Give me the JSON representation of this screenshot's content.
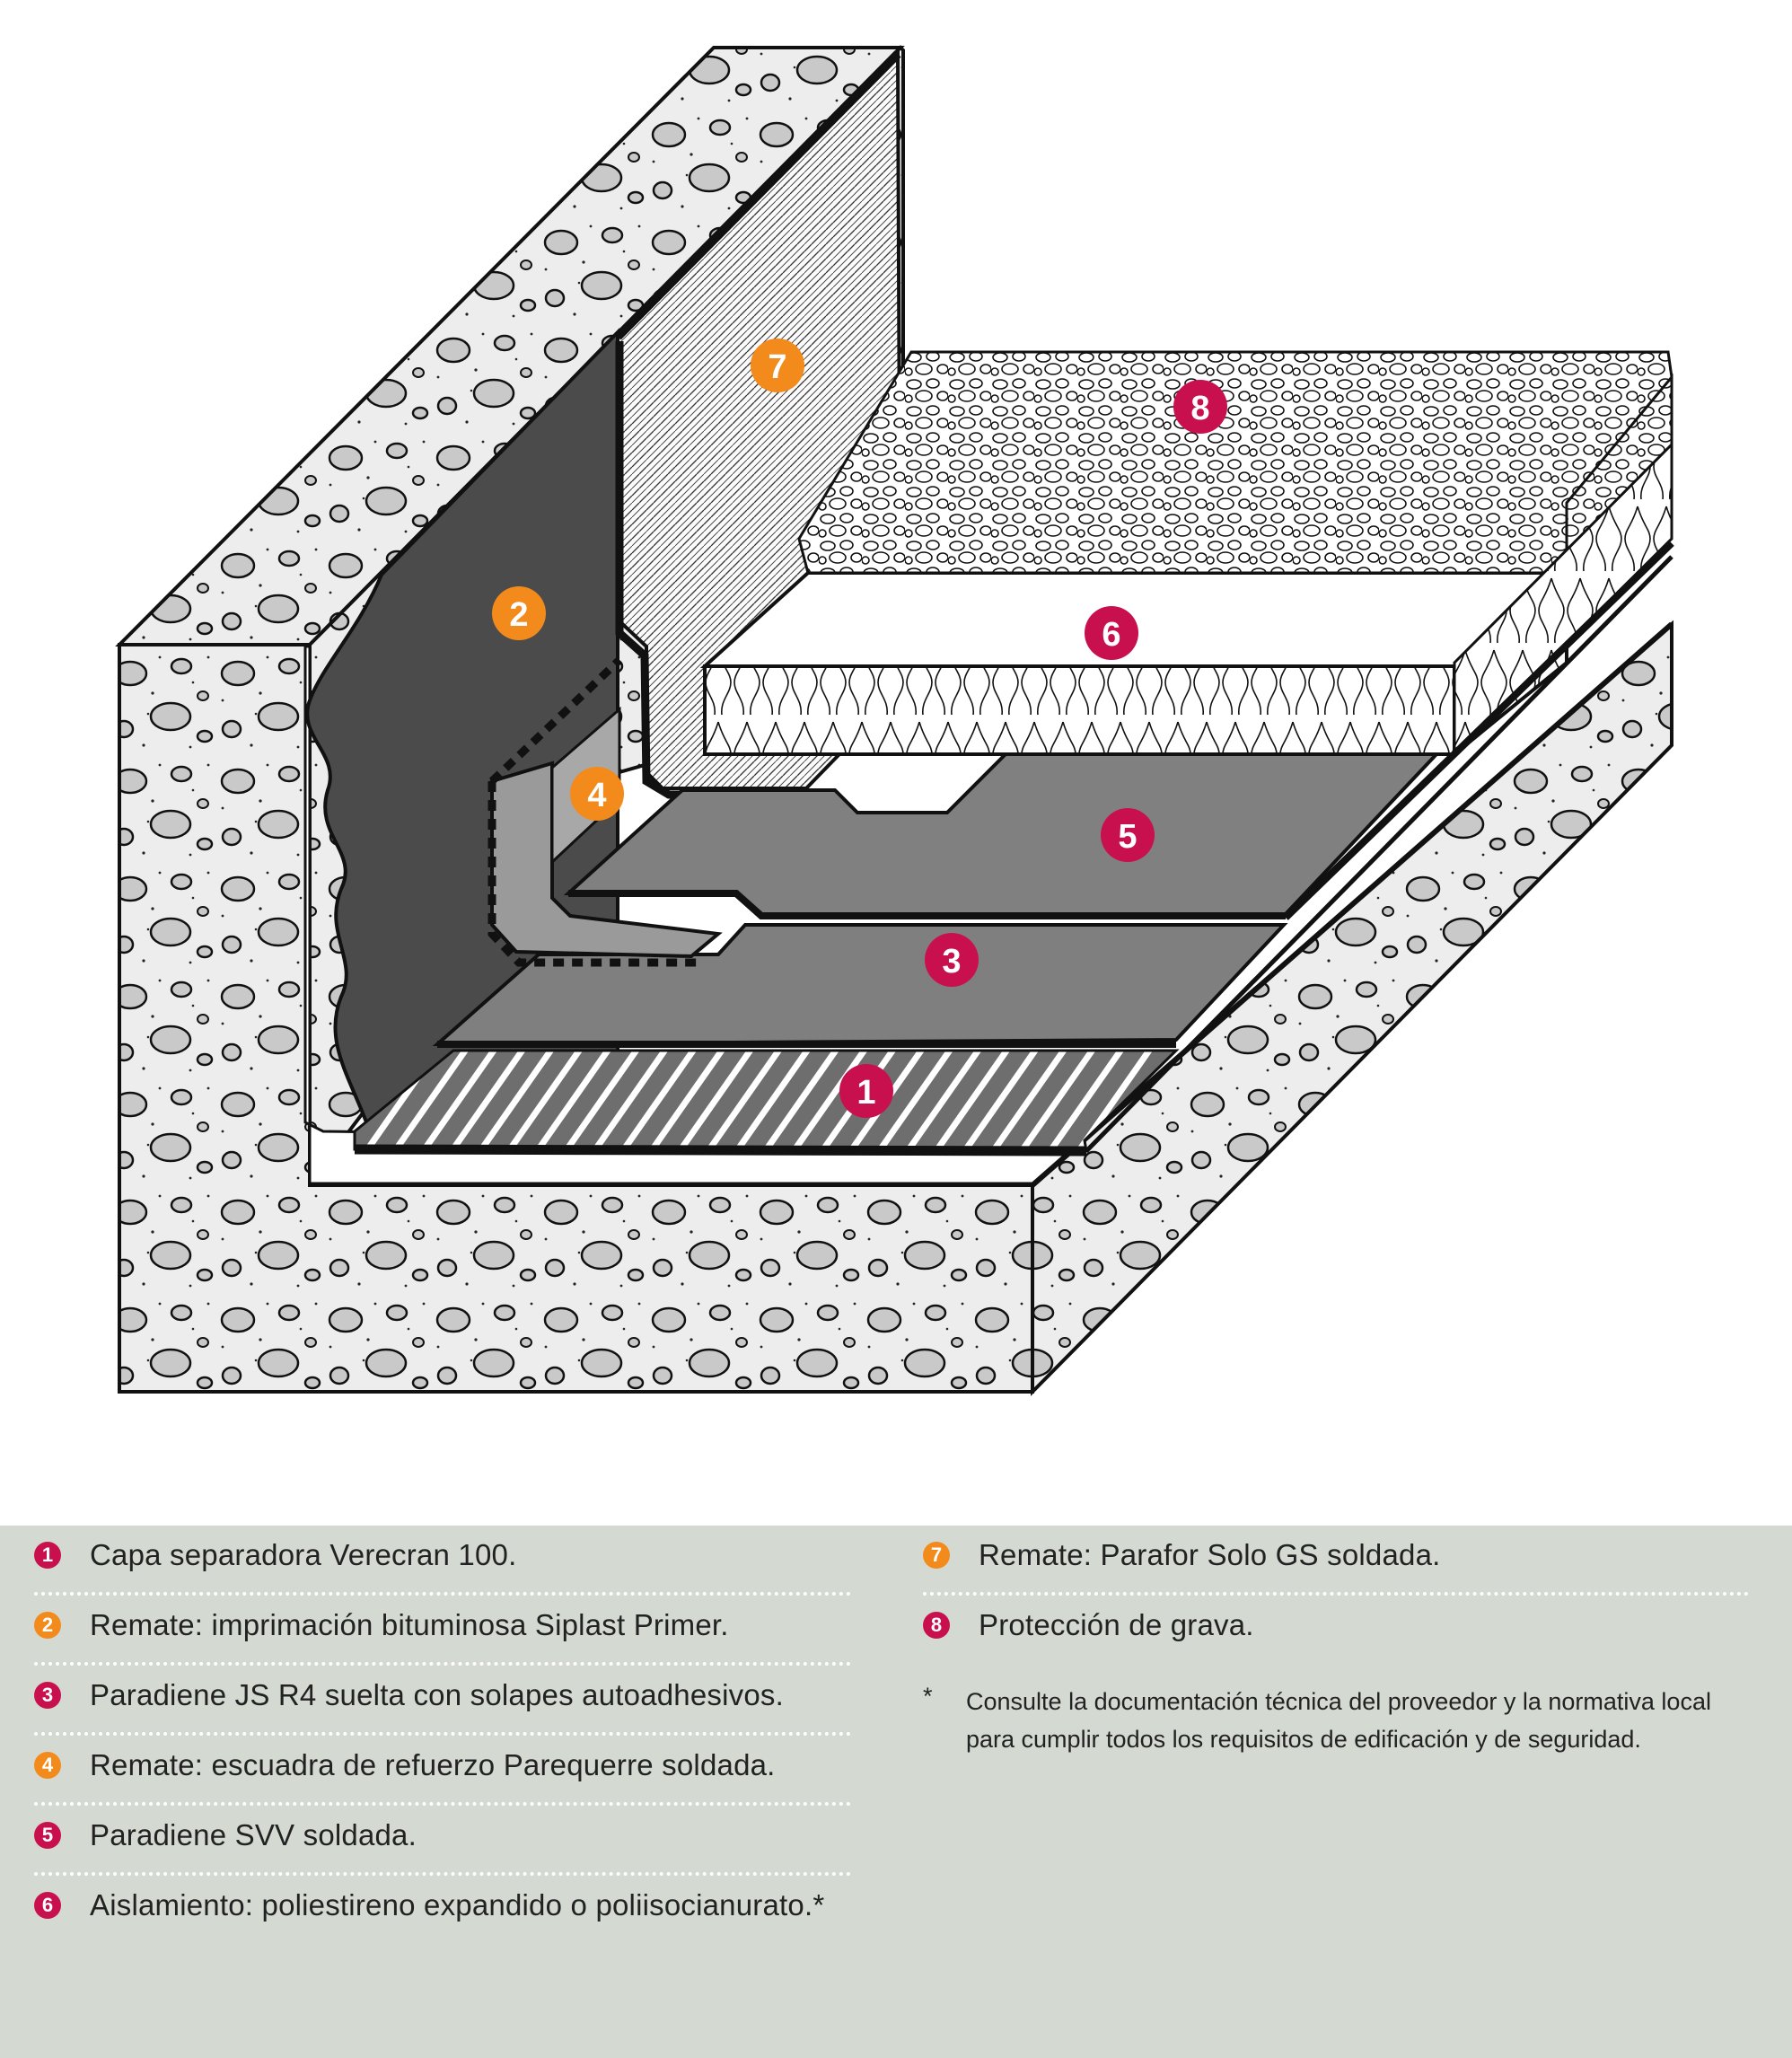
{
  "colors": {
    "crimson": "#c8104e",
    "orange": "#f28a1c",
    "legend_bg": "#d4d9d2",
    "concrete": "#ececec",
    "primer": "#4a4a4a",
    "membrane": "#7f7f7f"
  },
  "diagram": {
    "markers": [
      {
        "n": "1",
        "color": "crimson"
      },
      {
        "n": "2",
        "color": "orange"
      },
      {
        "n": "3",
        "color": "crimson"
      },
      {
        "n": "4",
        "color": "orange"
      },
      {
        "n": "5",
        "color": "crimson"
      },
      {
        "n": "6",
        "color": "crimson"
      },
      {
        "n": "7",
        "color": "orange"
      },
      {
        "n": "8",
        "color": "crimson"
      }
    ]
  },
  "legend": {
    "left": [
      {
        "n": "1",
        "color": "crimson",
        "text": "Capa separadora Verecran 100."
      },
      {
        "n": "2",
        "color": "orange",
        "text": "Remate: imprimación bituminosa Siplast Primer."
      },
      {
        "n": "3",
        "color": "crimson",
        "text": "Paradiene JS R4 suelta con solapes autoadhesivos."
      },
      {
        "n": "4",
        "color": "orange",
        "text": "Remate: escuadra de refuerzo Parequerre soldada."
      },
      {
        "n": "5",
        "color": "crimson",
        "text": "Paradiene SVV soldada."
      },
      {
        "n": "6",
        "color": "crimson",
        "text": "Aislamiento: poliestireno expandido o poliisocianurato.*"
      }
    ],
    "right": [
      {
        "n": "7",
        "color": "orange",
        "text": "Remate: Parafor Solo GS soldada."
      },
      {
        "n": "8",
        "color": "crimson",
        "text": "Protección de grava."
      }
    ],
    "note": {
      "symbol": "*",
      "text": "Consulte la documentación técnica del proveedor y la normativa local para cumplir todos los requisitos de edificación y de seguridad."
    }
  }
}
